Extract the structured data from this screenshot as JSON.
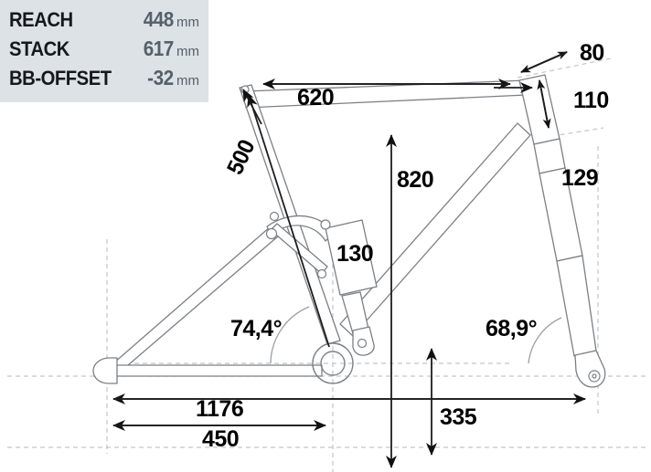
{
  "spec_panel": {
    "background_color": "#dde2e7",
    "rows": [
      {
        "label": "REACH",
        "value": "448",
        "unit": "mm"
      },
      {
        "label": "STACK",
        "value": "617",
        "unit": "mm"
      },
      {
        "label": "BB-OFFSET",
        "value": "-32",
        "unit": "mm"
      }
    ]
  },
  "diagram": {
    "title": "bicycle-frame-geometry",
    "line_color": "#6e7479",
    "dim_color": "#1a1a1a",
    "guide_color": "#b9bec2",
    "background": "#ffffff",
    "dimensions": {
      "top_tube_horizontal": "620",
      "fork_offset": "80",
      "head_tube_upper": "110",
      "head_tube_length": "129",
      "stack_height": "820",
      "shock_stroke": "130",
      "seat_tube_length": "500",
      "seat_tube_angle": "74,4°",
      "head_tube_angle": "68,9°",
      "wheelbase": "1176",
      "chainstay": "450",
      "bb_height": "335"
    }
  }
}
